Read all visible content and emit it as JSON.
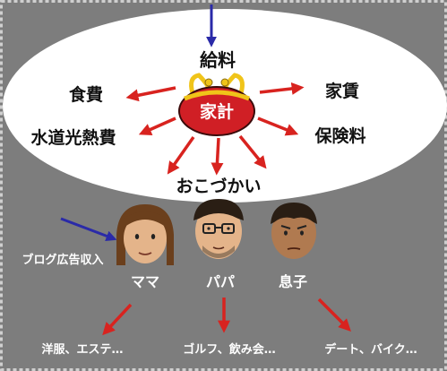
{
  "colors": {
    "background": "#7d7d7d",
    "ellipse": "#ffffff",
    "arrow_red": "#d8231f",
    "arrow_blue": "#2a2aa8",
    "purse_body": "#d01f25",
    "purse_frame": "#f0c419",
    "skin": "#e4b48a",
    "skin_dark": "#b07a50",
    "hair": "#6b3f1c",
    "hair_dark": "#2a1e14"
  },
  "household": {
    "center_label": "家計",
    "income": "給料",
    "expenses": {
      "food": "食費",
      "utilities": "水道光熱費",
      "rent": "家賃",
      "insurance": "保険料",
      "allowance": "おこづかい"
    }
  },
  "people": {
    "mama": {
      "name": "ママ",
      "side_income": "ブログ広告収入",
      "spending": "洋服、エステ…"
    },
    "papa": {
      "name": "パパ",
      "spending": "ゴルフ、飲み会…"
    },
    "son": {
      "name": "息子",
      "spending": "デート、バイク…"
    }
  }
}
